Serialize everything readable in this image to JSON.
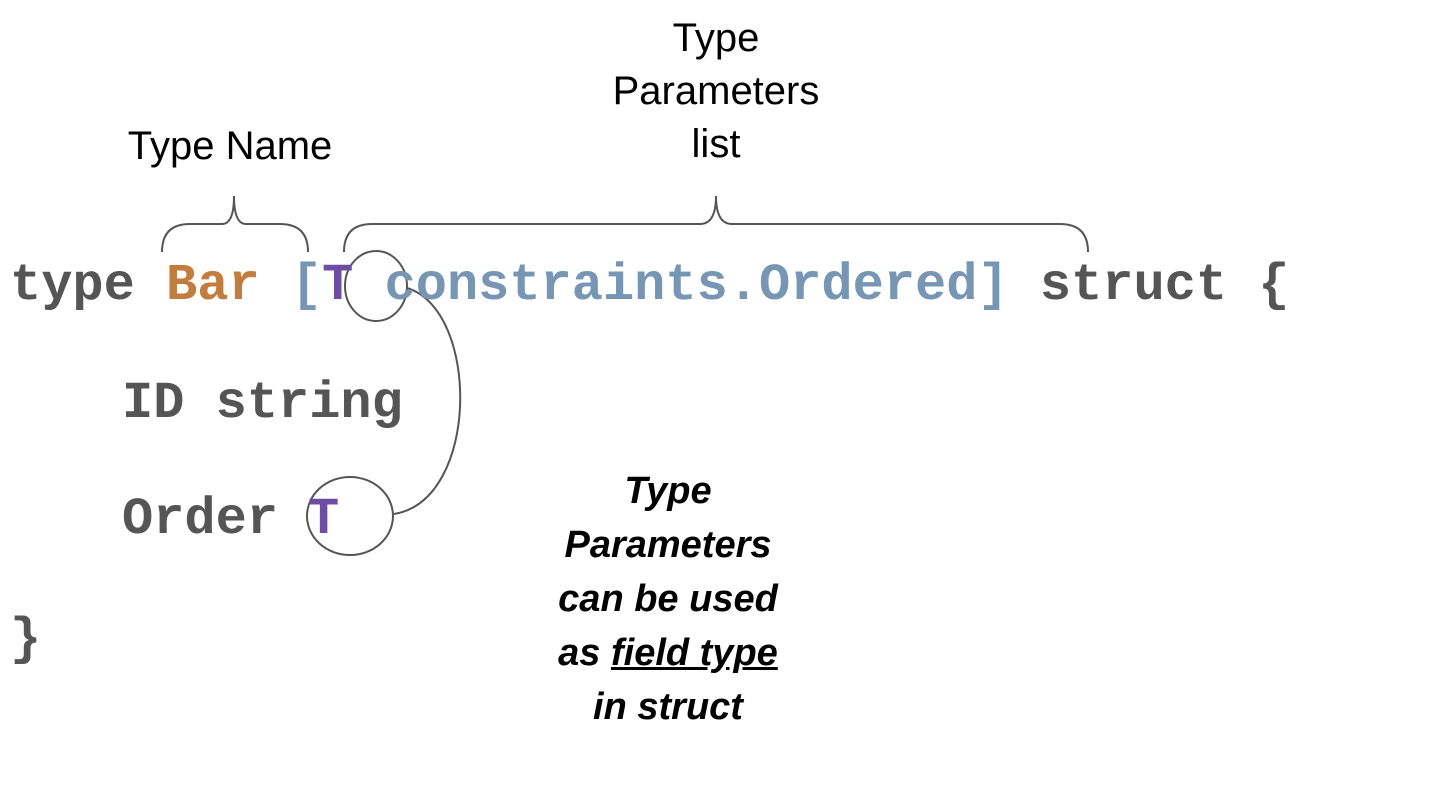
{
  "labels": {
    "type_name": "Type Name",
    "type_params_line1": "Type",
    "type_params_line2": "Parameters",
    "type_params_line3": "list"
  },
  "code": {
    "line1": {
      "kw_type": "type ",
      "name": "Bar",
      "space1": " ",
      "open_bracket": "[",
      "param_T": "T",
      "space2": " ",
      "constraint": "constraints.Ordered",
      "close_bracket": "]",
      "rest": " struct {"
    },
    "line2": "ID string",
    "line3": {
      "field": "Order",
      "type": "T"
    },
    "line4": "}"
  },
  "note": {
    "line1": "Type",
    "line2": "Parameters",
    "line3": "can be used",
    "line4_prefix": "as ",
    "line4_underlined": "field type",
    "line5": "in struct"
  },
  "colors": {
    "keyword": "#555555",
    "type_name": "#c27c3e",
    "constraint": "#7796b4",
    "type_param": "#6d4ea2"
  }
}
